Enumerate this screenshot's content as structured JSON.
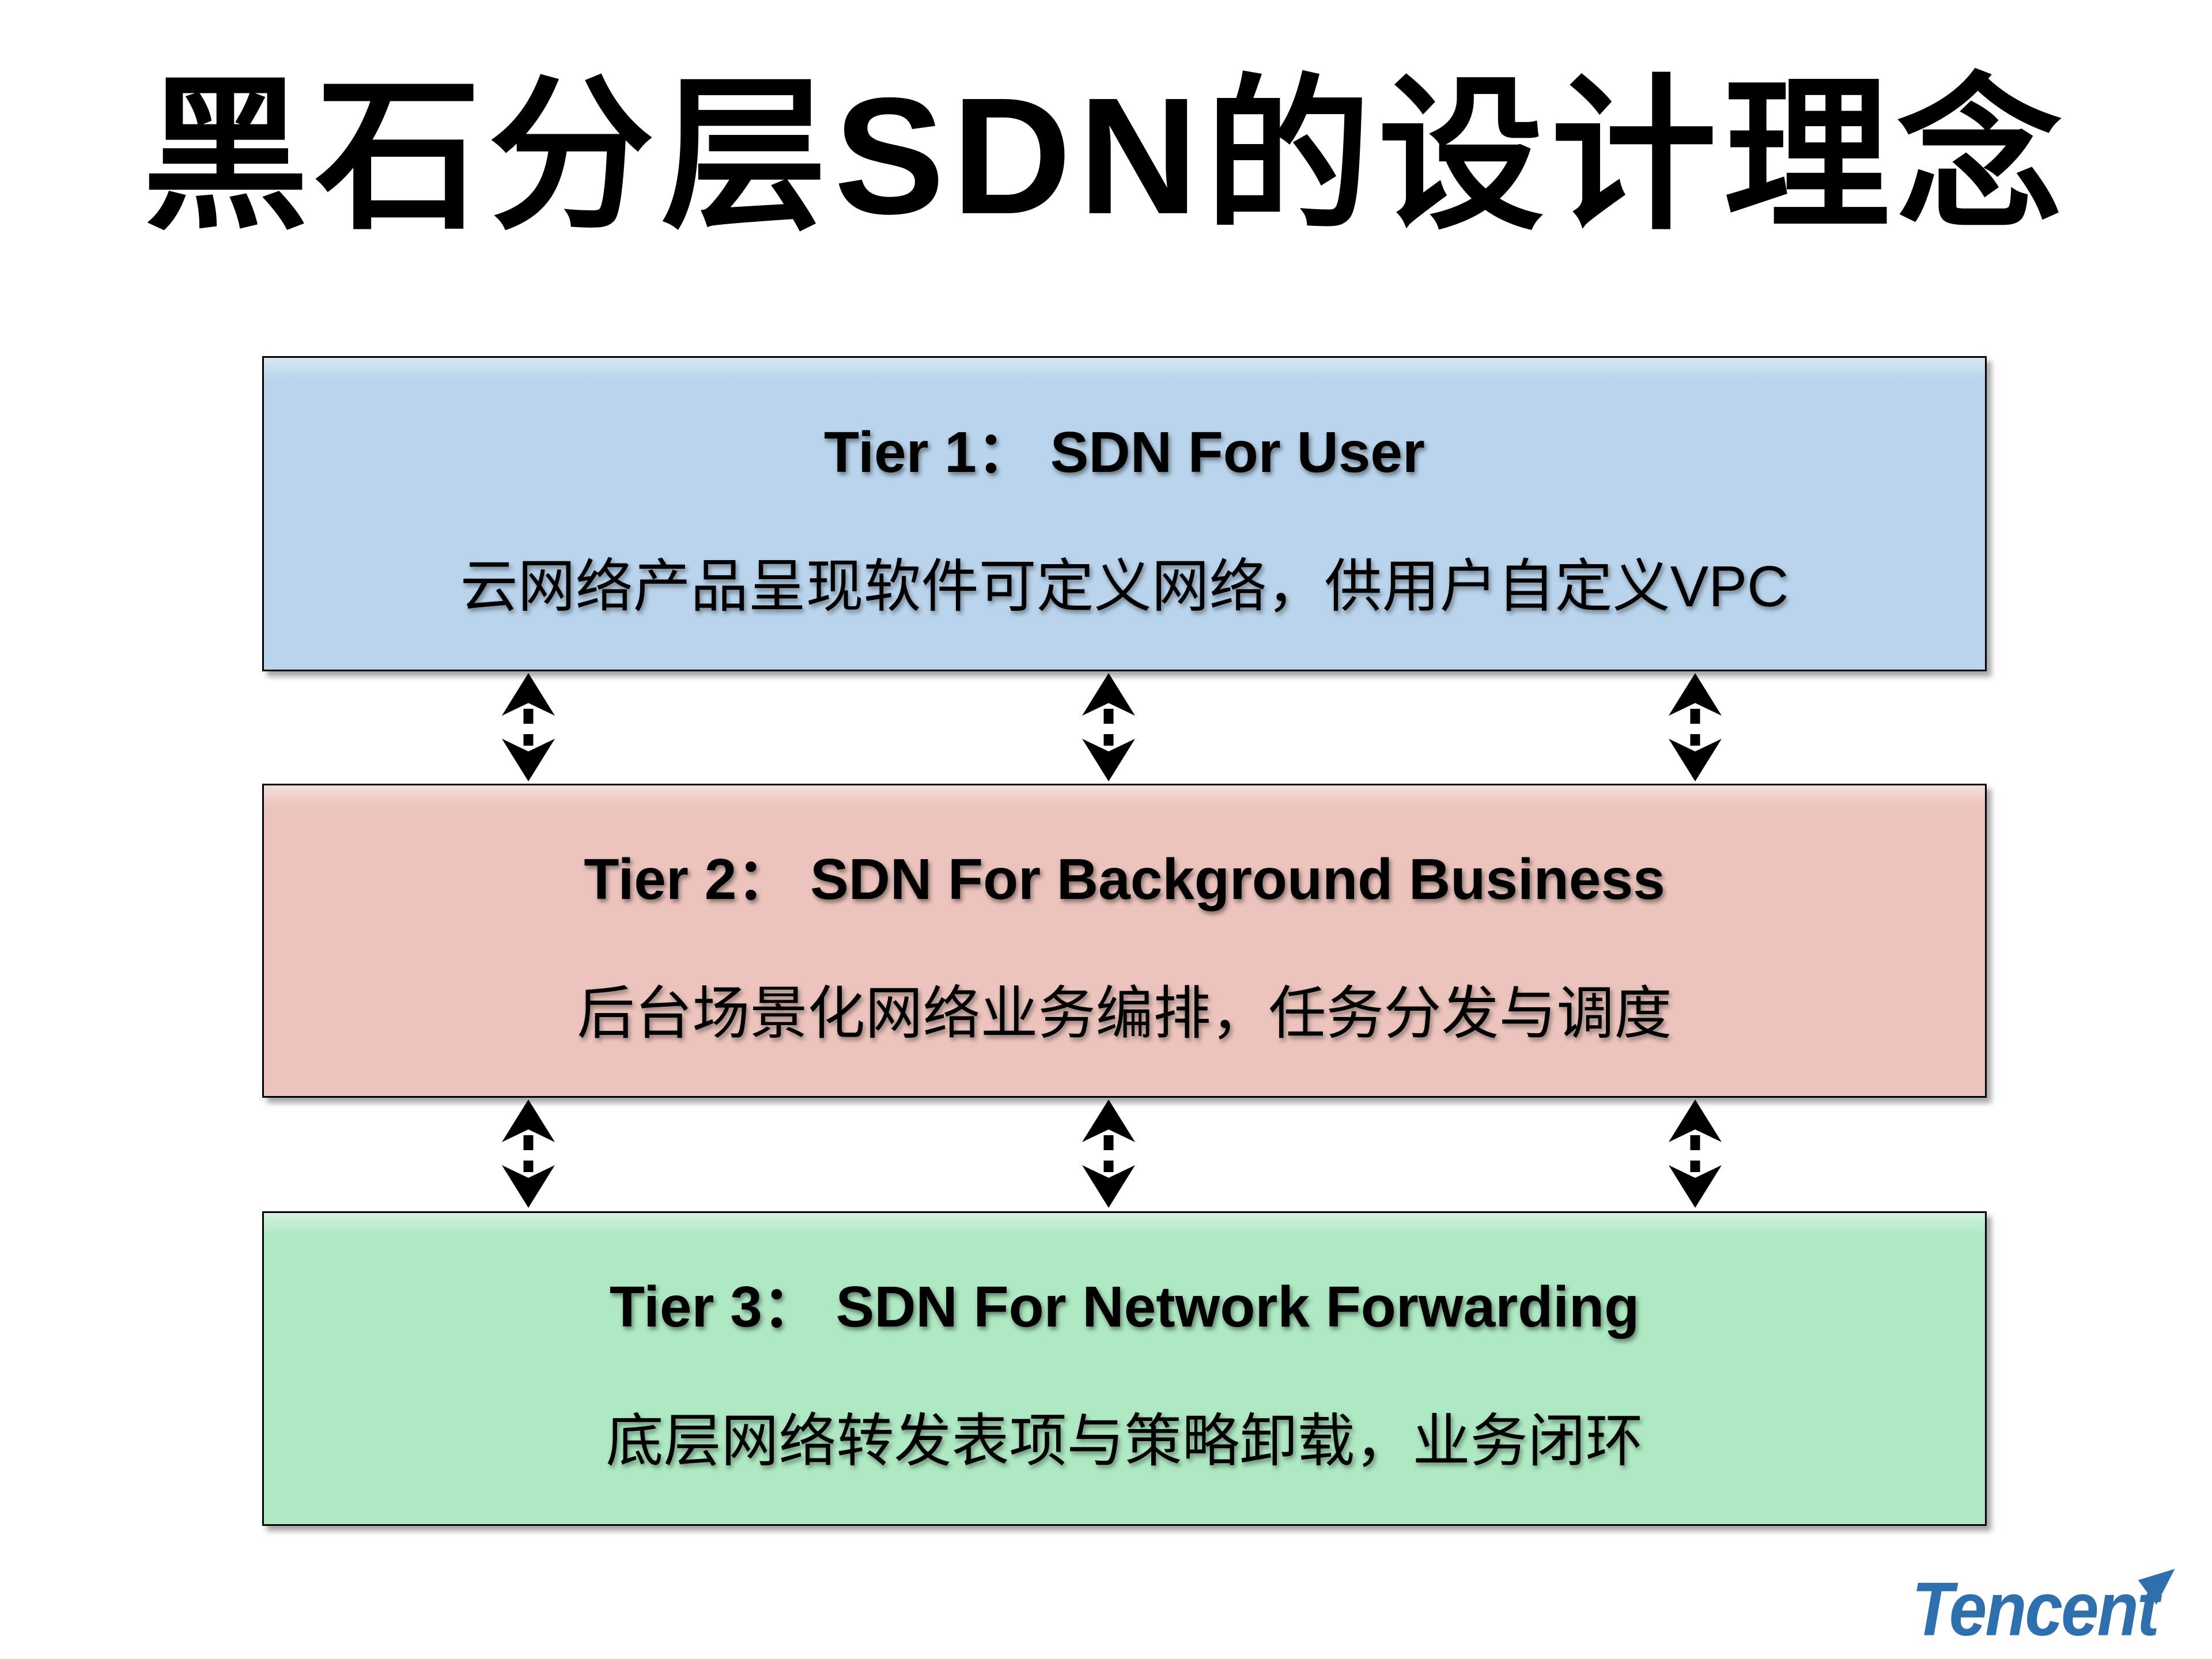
{
  "slide": {
    "title": "黑石分层SDN的设计理念",
    "background_color": "#ffffff",
    "tiers": [
      {
        "heading": "Tier 1： SDN For User",
        "description": "云网络产品呈现软件可定义网络，供用户自定义VPC",
        "fill_color": "#b9d4ec"
      },
      {
        "heading": "Tier 2： SDN For Background Business",
        "description": "后台场景化网络业务编排，任务分发与调度",
        "fill_color": "#ecc4bd"
      },
      {
        "heading": "Tier 3： SDN For Network Forwarding",
        "description": "底层网络转发表项与策略卸载，业务闭环",
        "fill_color": "#aee9c3"
      }
    ],
    "connectors": {
      "type": "dashed-double-headed-arrow",
      "color": "#000000",
      "arrows_per_gap": 3
    },
    "logo": {
      "text": "Tencent",
      "color": "#2d70ad"
    }
  }
}
